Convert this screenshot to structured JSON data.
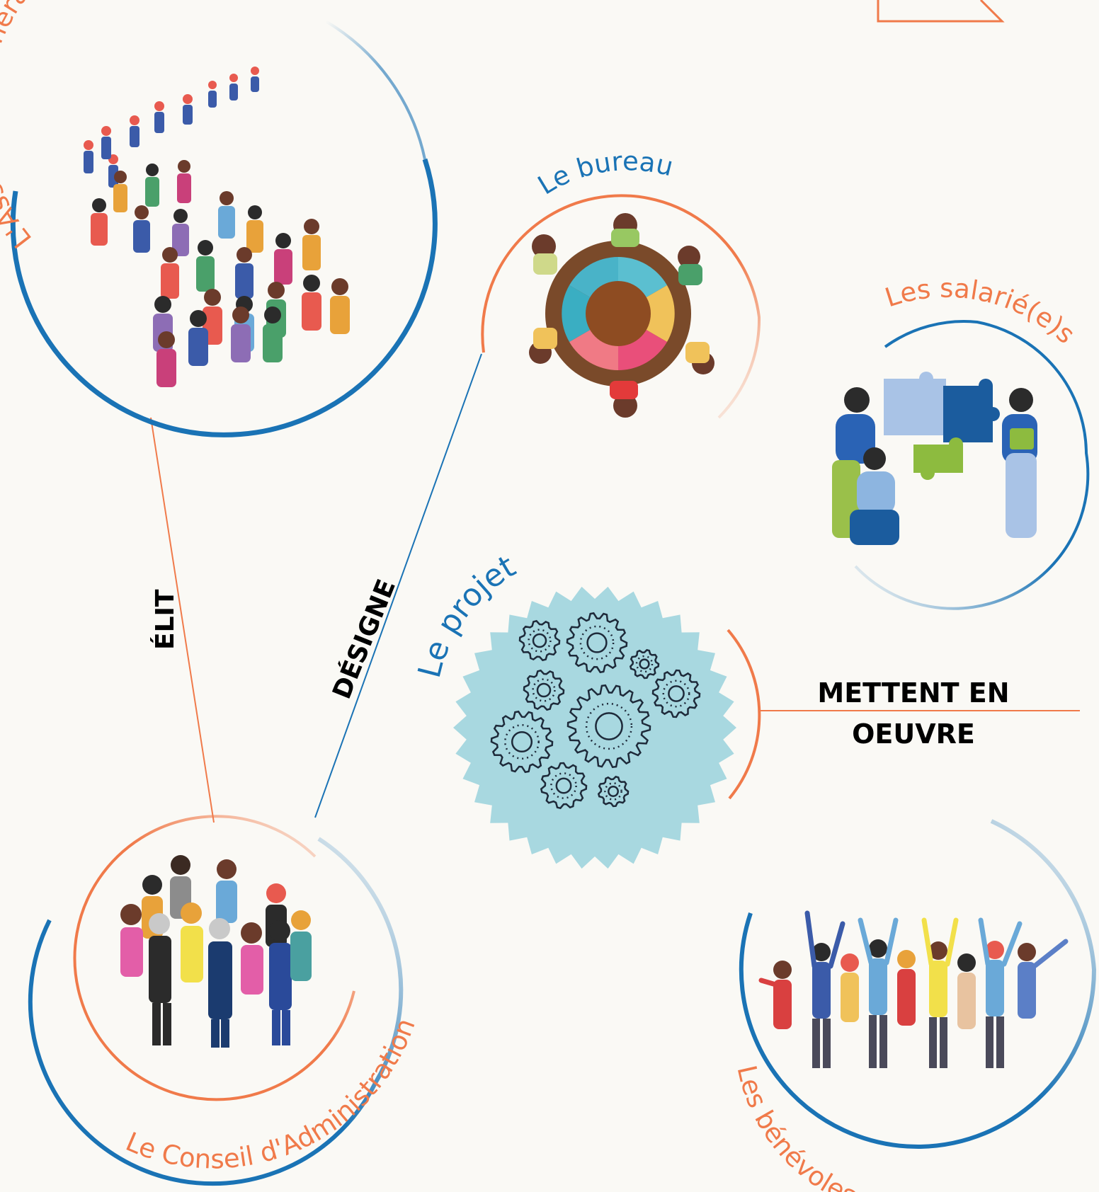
{
  "labels": {
    "assemblee": "L'Assemblée générale - Les Adhérents",
    "bureau": "Le bureau",
    "salaries": "Les salarié(e)s",
    "projet": "Le projet",
    "conseil": "Le Conseil d'Administration",
    "benevoles": "Les bénévoles"
  },
  "verbs": {
    "elit": "ÉLIT",
    "designe": "DÉSIGNE",
    "mettent_line1": "METTENT EN",
    "mettent_line2": "OEUVRE"
  },
  "colors": {
    "orange": "#f07a4a",
    "blue": "#1a73b5",
    "teal": "#a8d8e0",
    "background": "#faf9f5"
  },
  "icons": {
    "crowd": "crowd-illustration",
    "round_table": "round-table-meeting-illustration",
    "puzzle": "puzzle-team-illustration",
    "gears": "gears-icon",
    "group": "board-group-illustration",
    "cheering": "cheering-volunteers-illustration"
  }
}
